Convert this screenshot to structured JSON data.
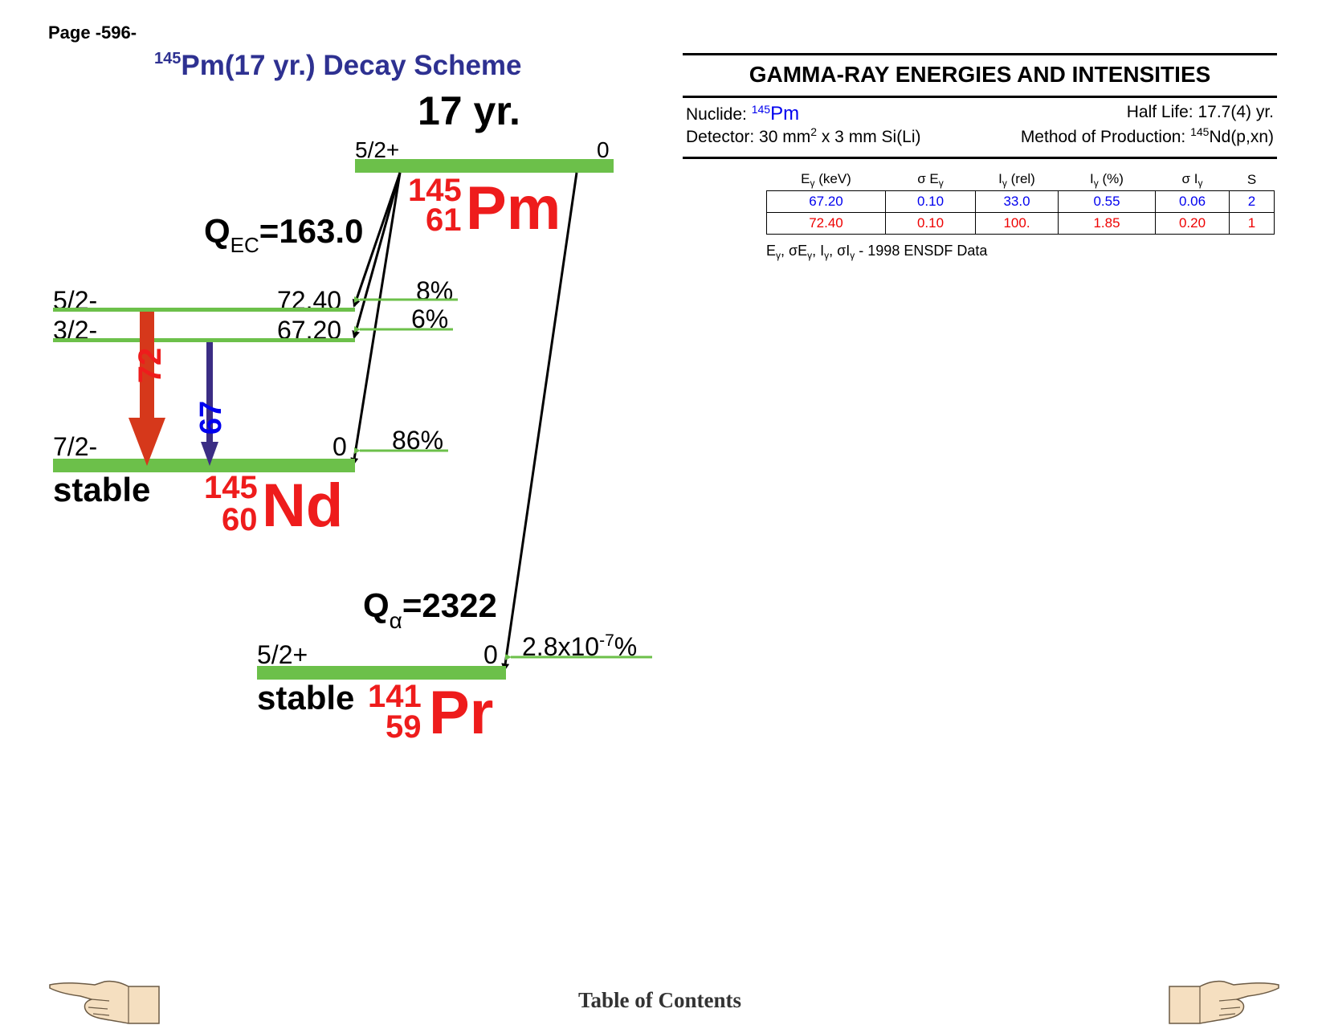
{
  "page": "Page -596-",
  "title": {
    "mass": "145",
    "text": "Pm(17 yr.) Decay Scheme"
  },
  "parent": {
    "halflife": "17 yr.",
    "spin": "5/2+",
    "energy": "0",
    "mass": "145",
    "z": "61",
    "symbol": "Pm"
  },
  "qec": {
    "label": "Q",
    "sub": "EC",
    "value": "=163.0"
  },
  "qalpha": {
    "label": "Q",
    "sub": "α",
    "value": "=2322"
  },
  "nd_levels": [
    {
      "spin": "5/2-",
      "energy": "72.40",
      "feeding": "8%"
    },
    {
      "spin": "3/2-",
      "energy": "67.20",
      "feeding": "6%"
    },
    {
      "spin": "7/2-",
      "energy": "0",
      "feeding": "86%"
    }
  ],
  "nd": {
    "stable": "stable",
    "mass": "145",
    "z": "60",
    "symbol": "Nd"
  },
  "gammas": [
    {
      "label": "72",
      "color": "#d6381b"
    },
    {
      "label": "67",
      "color": "#3b2d84"
    }
  ],
  "pr": {
    "spin": "5/2+",
    "energy": "0",
    "feeding_base": "2.8x10",
    "feeding_exp": "-7",
    "feeding_pct": "%",
    "stable": "stable",
    "mass": "141",
    "z": "59",
    "symbol": "Pr"
  },
  "gamma_panel": {
    "header": "GAMMA-RAY ENERGIES AND INTENSITIES",
    "nuclide_label": "Nuclide: ",
    "nuclide_mass": "145",
    "nuclide_symbol": "Pm",
    "halflife": "Half Life: 17.7(4) yr.",
    "detector_a": "Detector: 30 mm",
    "detector_sup": "2",
    "detector_b": " x 3 mm Si(Li)",
    "method_a": "Method of Production: ",
    "method_sup": "145",
    "method_b": "Nd(p,xn)",
    "columns": [
      "E",
      "(keV)",
      "σ E",
      "",
      "I",
      "(rel)",
      "I",
      "(%)",
      "σ I",
      "",
      "S"
    ],
    "rows": [
      [
        "67.20",
        "0.10",
        "33.0",
        "0.55",
        "0.06",
        "2"
      ],
      [
        "72.40",
        "0.10",
        "100.",
        "1.85",
        "0.20",
        "1"
      ]
    ],
    "footnote": "1998 ENSDF Data"
  },
  "colors": {
    "level": "#6cc04a",
    "red": "#ee1c1c",
    "title": "#2e3191"
  },
  "toc": "Table of Contents"
}
